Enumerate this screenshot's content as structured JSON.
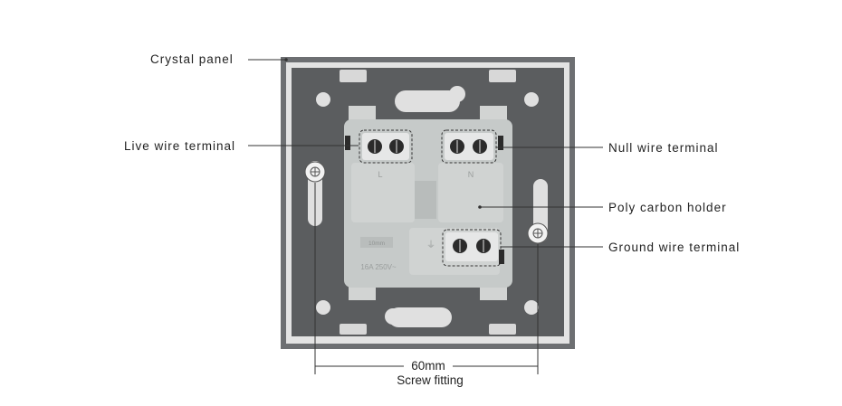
{
  "labels": {
    "crystal_panel": "Crystal panel",
    "live_wire": "Live wire terminal",
    "null_wire": "Null wire terminal",
    "poly_carbon": "Poly carbon holder",
    "ground_wire": "Ground wire terminal"
  },
  "dimension": {
    "value": "60mm",
    "caption": "Screw fitting"
  },
  "module_markings": {
    "live": "L",
    "neutral": "N",
    "earth": "⏚",
    "strip_length": "10mm",
    "rating": "16A 250V~"
  },
  "colors": {
    "panel_frame": "#6d6f72",
    "panel_face": "#5b5d5f",
    "panel_border": "#d9d9d9",
    "holder": "#c6cac9",
    "leader_line": "#333333"
  }
}
